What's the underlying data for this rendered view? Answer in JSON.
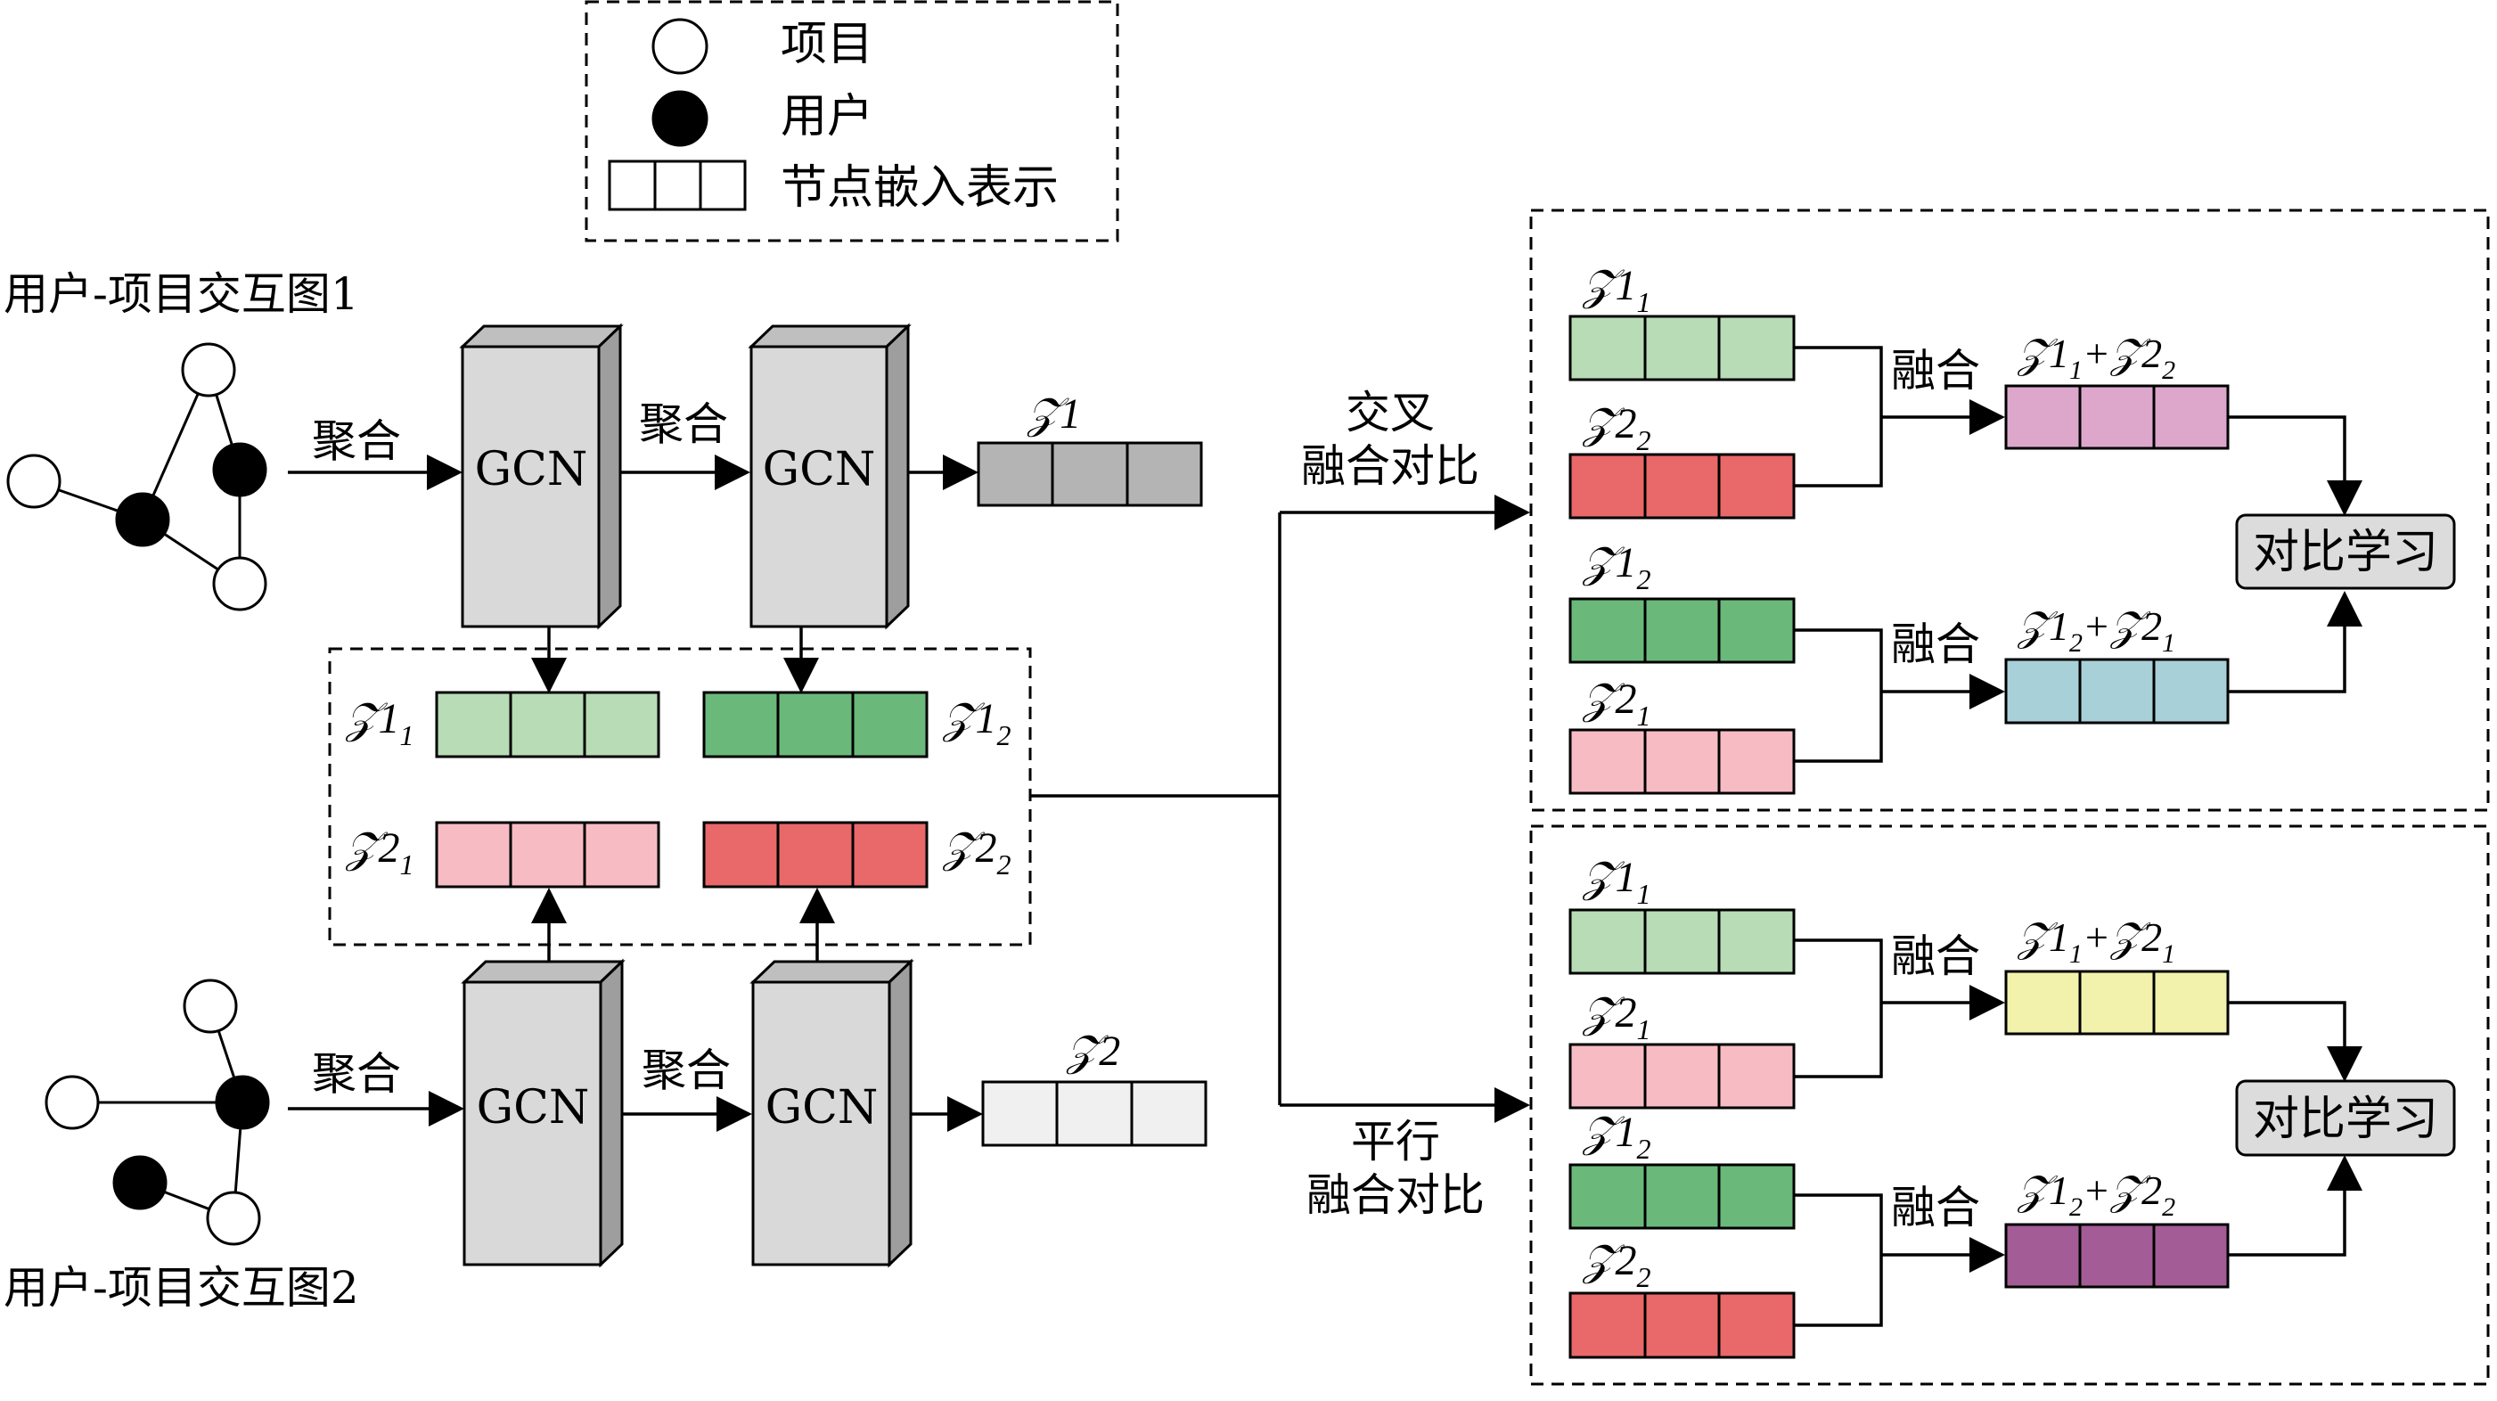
{
  "legend": {
    "item_label": "项目",
    "user_label": "用户",
    "embedding_label": "节点嵌入表示"
  },
  "graphs": {
    "graph1_title": "用户-项目交互图1",
    "graph2_title": "用户-项目交互图2"
  },
  "ops": {
    "aggregate": "聚合",
    "gcn": "GCN",
    "fuse": "融合",
    "contrast": "对比学习"
  },
  "outputs": {
    "z1": "𝒵1",
    "z2": "𝒵2"
  },
  "embeddings": {
    "z1_1": {
      "base": "𝒵1",
      "sub": "1"
    },
    "z1_2": {
      "base": "𝒵1",
      "sub": "2"
    },
    "z2_1": {
      "base": "𝒵2",
      "sub": "1"
    },
    "z2_2": {
      "base": "𝒵2",
      "sub": "2"
    }
  },
  "branches": {
    "cross_line1": "交叉",
    "cross_line2": "融合对比",
    "parallel_line1": "平行",
    "parallel_line2": "融合对比"
  },
  "fusion_results": {
    "plus": "+",
    "cross_a": {
      "a": "𝒵1",
      "a_sub": "1",
      "b": "𝒵2",
      "b_sub": "2"
    },
    "cross_b": {
      "a": "𝒵1",
      "a_sub": "2",
      "b": "𝒵2",
      "b_sub": "1"
    },
    "par_a": {
      "a": "𝒵1",
      "a_sub": "1",
      "b": "𝒵2",
      "b_sub": "1"
    },
    "par_b": {
      "a": "𝒵1",
      "a_sub": "2",
      "b": "𝒵2",
      "b_sub": "2"
    }
  },
  "colors": {
    "z1_gray": "#b4b4b4",
    "z2_white": "#f0f0f0",
    "z1_1_light_green": "#b8dcb6",
    "z1_2_green": "#6ab97a",
    "z2_1_pink": "#f7bcc3",
    "z2_2_red": "#e96869",
    "cross_a_pink_purple": "#dda7cc",
    "cross_b_light_blue": "#a8d0d8",
    "par_a_yellow": "#f3f2ac",
    "par_b_purple": "#a35c96",
    "gcn_face": "#d9d9d9",
    "gcn_side": "#bfbfbf",
    "contrast_box": "#dcdcdc"
  }
}
